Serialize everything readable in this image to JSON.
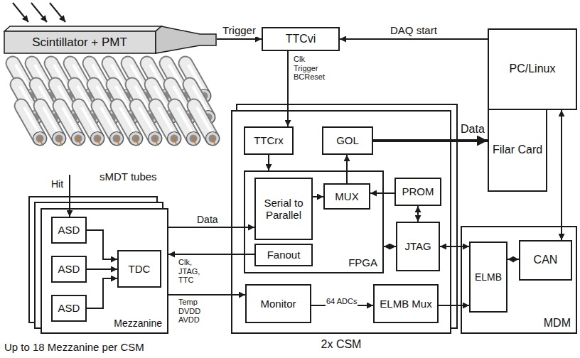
{
  "diagram": {
    "nodes": [
      {
        "text": [
          "Scintillator + PMT"
        ]
      },
      {
        "text": [
          "TTCvi"
        ]
      },
      {
        "text": [
          "PC/Linux"
        ]
      },
      {
        "text": [
          "Filar Card"
        ]
      },
      {
        "text": [
          "2x CSM"
        ]
      },
      {
        "text": [
          "TTCrx"
        ],
        "in": 4
      },
      {
        "text": [
          "GOL"
        ],
        "in": 4
      },
      {
        "text": [
          "FPGA"
        ],
        "in": 4
      },
      {
        "text": [
          "Serial to Parallel"
        ],
        "in": 7
      },
      {
        "text": [
          "MUX"
        ],
        "in": 7
      },
      {
        "text": [
          "Fanout"
        ],
        "in": 7
      },
      {
        "text": [
          "PROM"
        ],
        "in": 4
      },
      {
        "text": [
          "JTAG"
        ],
        "in": 4
      },
      {
        "text": [
          "Monitor"
        ],
        "in": 4
      },
      {
        "text": [
          "ELMB Mux"
        ],
        "in": 4
      },
      {
        "text": [
          "Mezzanine"
        ]
      },
      {
        "text": [
          "ASD"
        ],
        "in": 15
      },
      {
        "text": [
          "ASD"
        ],
        "in": 15
      },
      {
        "text": [
          "ASD"
        ],
        "in": 15
      },
      {
        "text": [
          "TDC"
        ],
        "in": 15
      },
      {
        "text": [
          "MDM"
        ]
      },
      {
        "text": [
          "ELMB"
        ],
        "in": 20
      },
      {
        "text": [
          "CAN"
        ],
        "in": 20
      }
    ],
    "edges": [
      {
        "from": 0,
        "to": 1,
        "label": "Trigger",
        "arrow": "to"
      },
      {
        "from": 2,
        "to": 1,
        "label": "DAQ start",
        "arrow": "to"
      },
      {
        "from": 1,
        "to": 5,
        "label": "Clk Trigger BCReset",
        "arrow": "to"
      },
      {
        "from": 5,
        "to": 7,
        "arrow": "to"
      },
      {
        "from": 8,
        "to": 9,
        "arrow": "to"
      },
      {
        "from": 9,
        "to": 6,
        "arrow": "to"
      },
      {
        "from": 6,
        "to": 3,
        "label": "Data",
        "arrow": "to"
      },
      {
        "from": 11,
        "to": 9,
        "arrow": "to"
      },
      {
        "from": 11,
        "to": 12,
        "arrow": "both"
      },
      {
        "from": 12,
        "to": 7,
        "arrow": "both"
      },
      {
        "from": 12,
        "to": 21,
        "arrow": "both"
      },
      {
        "from": 21,
        "to": 22,
        "arrow": "both"
      },
      {
        "from": 22,
        "to": 2,
        "arrow": "both"
      },
      {
        "from": 15,
        "to": 8,
        "label": "Data",
        "arrow": "to"
      },
      {
        "from": 10,
        "to": 15,
        "label": "Clk, JTAG, TTC",
        "arrow": "to"
      },
      {
        "from": 15,
        "to": 13,
        "label": "Temp DVDD AVDD",
        "arrow": "to"
      },
      {
        "from": 13,
        "to": 14,
        "label": "64 ADCs",
        "arrow": "to"
      },
      {
        "from": 14,
        "to": 21,
        "arrow": "to"
      },
      {
        "from": 16,
        "to": 19,
        "arrow": "to"
      },
      {
        "from": 17,
        "to": 19,
        "arrow": "to"
      },
      {
        "from": 18,
        "to": 19,
        "arrow": "to"
      }
    ],
    "labels": [
      "sMDT tubes",
      "Hit",
      "Up to 18 Mezzanine per CSM"
    ]
  }
}
